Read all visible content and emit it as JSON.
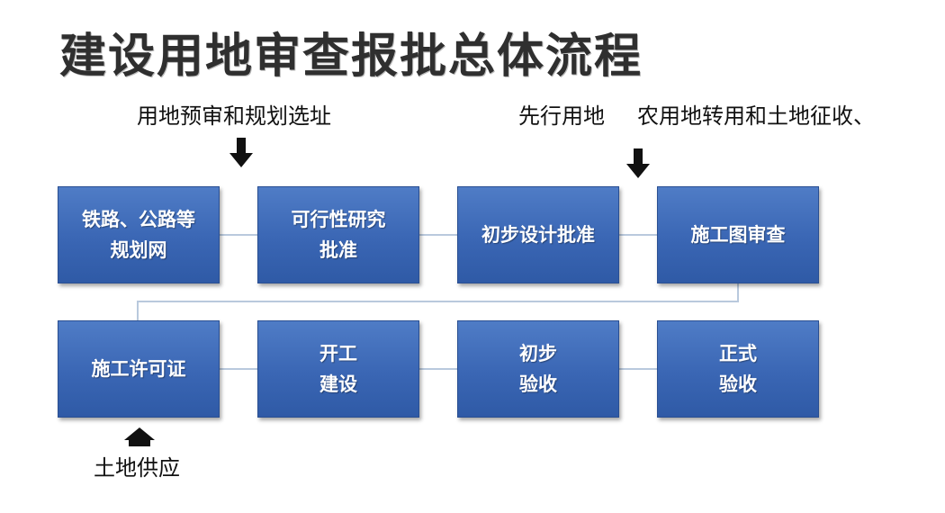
{
  "title": "建设用地审查报批总体流程",
  "notes": {
    "pre_review": "用地预审和规划选址",
    "advance_land": "先行用地",
    "conversion": "农用地转用和土地征收、",
    "land_supply": "土地供应"
  },
  "steps": [
    {
      "label": "铁路、公路等\n规划网"
    },
    {
      "label": "可行性研究\n批准"
    },
    {
      "label": "初步设计批准"
    },
    {
      "label": "施工图审查"
    },
    {
      "label": "施工许可证"
    },
    {
      "label": "开工\n建设"
    },
    {
      "label": "初步\n验收"
    },
    {
      "label": "正式\n验收"
    }
  ],
  "colors": {
    "box_fill": "#3a66b4",
    "box_text": "#ffffff",
    "connector": "#b9c9dd",
    "arrow": "#111111",
    "title_text": "#2f2f2f"
  }
}
